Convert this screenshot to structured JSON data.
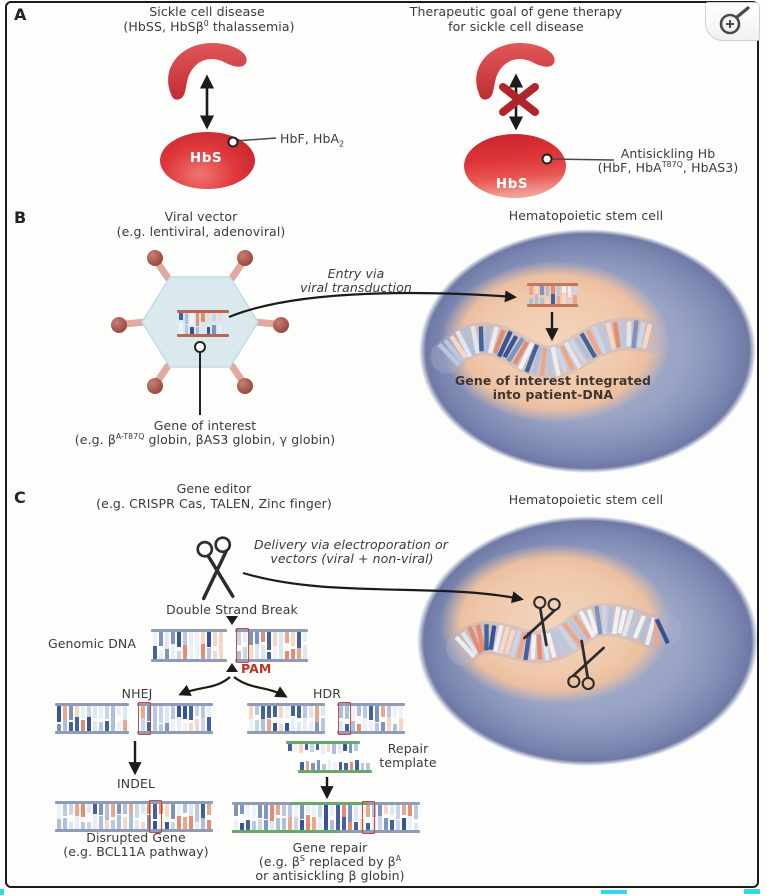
{
  "ui": {
    "zoom_button": "zoom-in"
  },
  "colors": {
    "text": "#3b3b3b",
    "red_cell": "#d93a3c",
    "accent_red": "#b2232a",
    "pam_red": "#c03328",
    "rail_slate": "#8e9cb8",
    "rail_brick": "#bd6550",
    "rail_green": "#67aa67",
    "hex_blue": "#d9e9ee",
    "cell_outer": "#98a3c4",
    "nucleus": "#f0c8ab",
    "link_cyan": "#35d6e8"
  },
  "panelA": {
    "label": "A",
    "left": {
      "title": "Sickle cell disease",
      "subtitle": [
        {
          "t": "(HbSS, HbSβ"
        },
        {
          "t": "0",
          "s": "sup"
        },
        {
          "t": " thalassemia)"
        }
      ],
      "cell_label": "HbS",
      "hb_label": [
        {
          "t": "HbF, HbA"
        },
        {
          "t": "2",
          "s": "sub"
        }
      ]
    },
    "right": {
      "title_1": "Therapeutic goal of gene therapy",
      "title_2": "for sickle cell disease",
      "cell_label": "HbS",
      "hb_label_1": "Antisickling Hb",
      "hb_label_2": [
        {
          "t": "(HbF, HbA"
        },
        {
          "t": "T87Q",
          "s": "sup"
        },
        {
          "t": ", HbAS3)"
        }
      ]
    }
  },
  "panelB": {
    "label": "B",
    "vector_title_1": "Viral vector",
    "vector_title_2": "(e.g. lentiviral, adenoviral)",
    "entry_label_1": "Entry via",
    "entry_label_2": "viral transduction",
    "cell_title": "Hematopoietic stem cell",
    "gene_label_1": "Gene of interest",
    "gene_label_2": [
      {
        "t": "(e.g. β"
      },
      {
        "t": "A-T87Q",
        "s": "sup"
      },
      {
        "t": " globin, βAS3 globin, γ globin)"
      }
    ],
    "integrated_1": "Gene of interest integrated",
    "integrated_2": "into patient-DNA"
  },
  "panelC": {
    "label": "C",
    "editor_title_1": "Gene editor",
    "editor_title_2": "(e.g. CRISPR Cas, TALEN, Zinc finger)",
    "delivery_1": "Delivery via electroporation or",
    "delivery_2": "vectors (viral + non-viral)",
    "cell_title": "Hematopoietic stem cell",
    "dsb_label": "Double Strand Break",
    "genomic_dna_label": "Genomic DNA",
    "pam_label": "PAM",
    "nhej_label": "NHEJ",
    "hdr_label": "HDR",
    "indel_label": "INDEL",
    "repair_template_1": "Repair",
    "repair_template_2": "template",
    "disrupted_1": "Disrupted Gene",
    "disrupted_2": "(e.g. BCL11A pathway)",
    "gene_repair_1": "Gene repair",
    "gene_repair_2": [
      {
        "t": "(e.g. β"
      },
      {
        "t": "S",
        "s": "sup"
      },
      {
        "t": " replaced by β"
      },
      {
        "t": "A",
        "s": "sup"
      }
    ],
    "gene_repair_3": "or antisickling β globin)"
  }
}
